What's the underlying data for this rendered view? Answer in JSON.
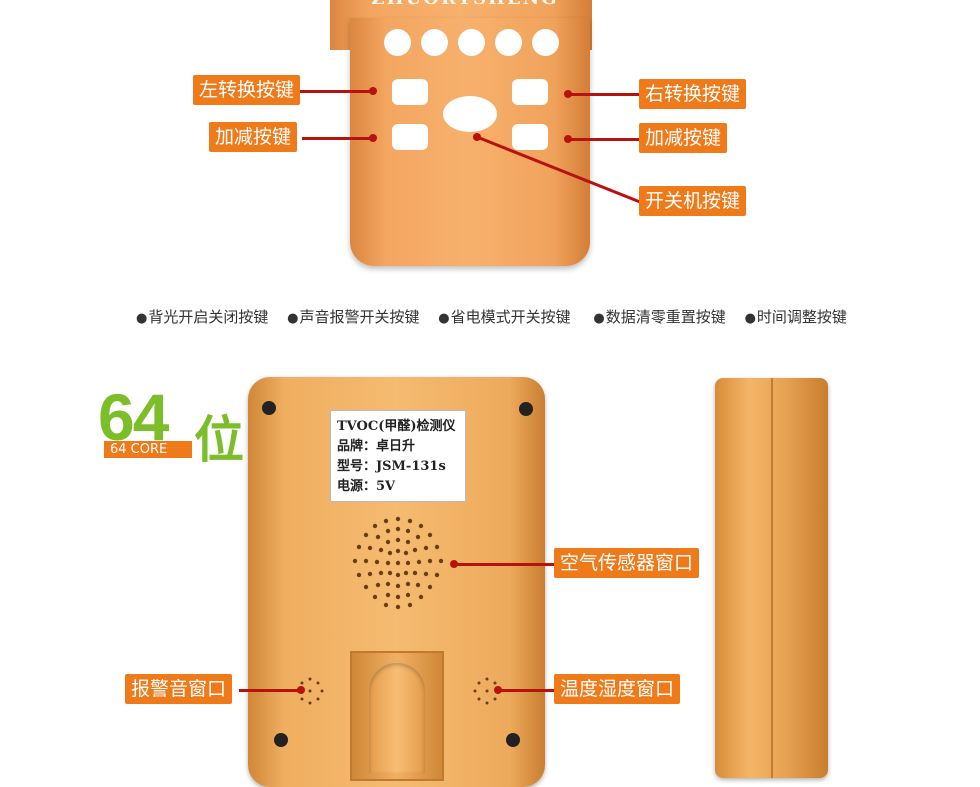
{
  "top_device": {
    "brand": "ZHUORTSHENG",
    "labels": {
      "left_switch": "左转换按键",
      "left_plus_minus": "加减按键",
      "right_switch": "右转换按键",
      "right_plus_minus": "加减按键",
      "power": "开关机按键"
    }
  },
  "features": [
    "背光开启关闭按键",
    "声音报警开关按键",
    "省电模式开关按键",
    "数据清零重置按键",
    "时间调整按键"
  ],
  "badge": {
    "number": "64",
    "unit": "位",
    "sub": "64 CORE"
  },
  "back_label": {
    "line1": "TVOC(甲醛)检测仪",
    "line2": "品牌：卓日升",
    "line3": "型号：JSM-131s",
    "line4": "电源：5V"
  },
  "callouts": {
    "sensor_window": "空气传感器窗口",
    "alarm_window": "报警音窗口",
    "temp_humidity_window": "温度湿度窗口"
  },
  "colors": {
    "tag_orange": "#ef7a1a",
    "leader_red": "#b8120f",
    "badge_green": "#7cbe2a",
    "device_orange": "#f3a660"
  }
}
